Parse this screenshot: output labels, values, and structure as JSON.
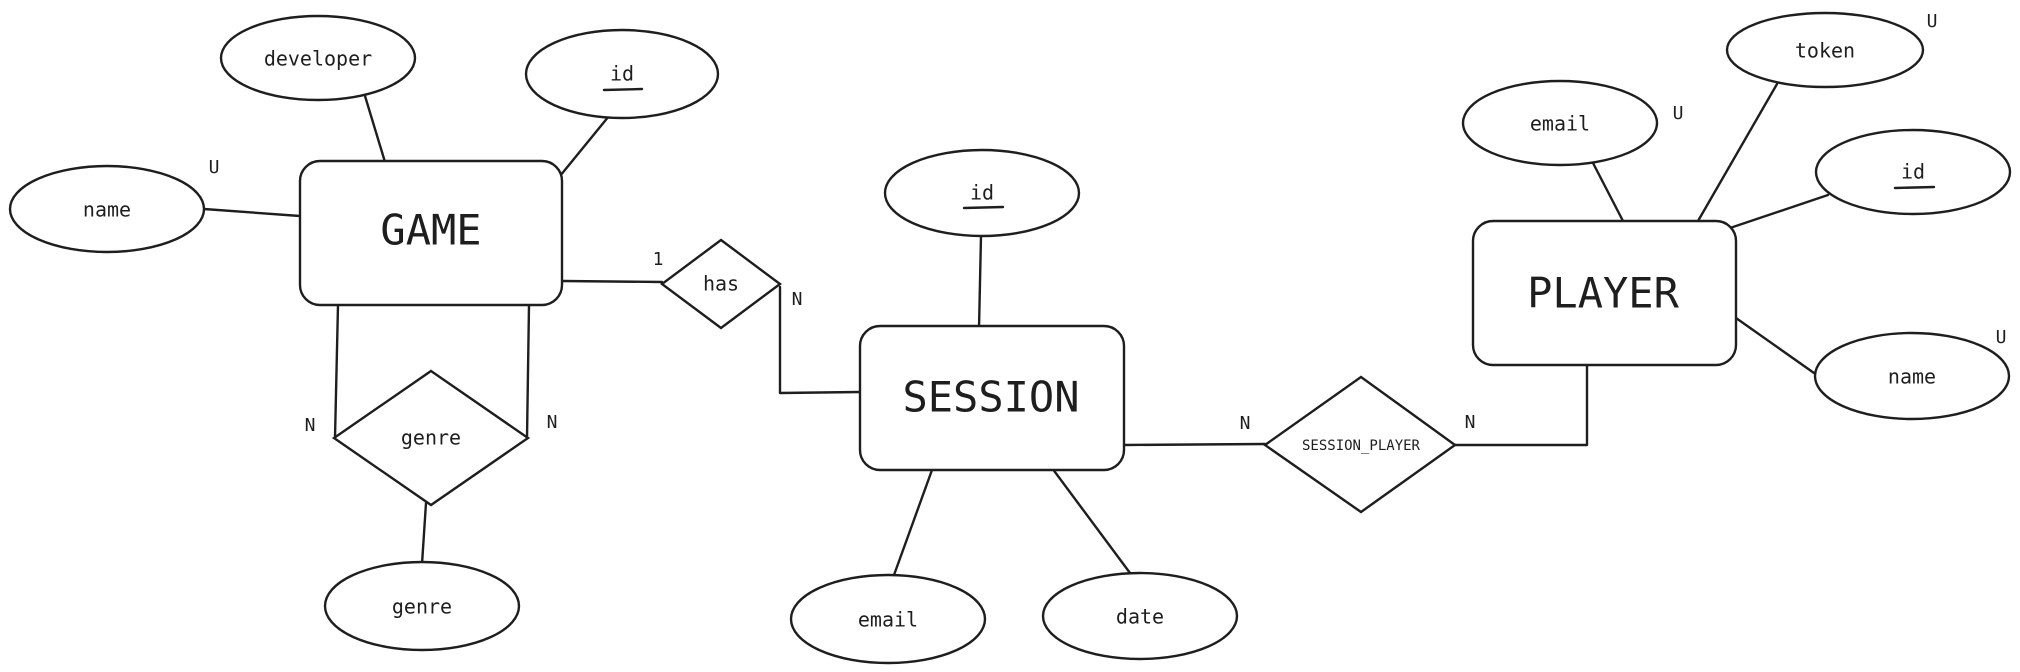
{
  "entities": {
    "game": "GAME",
    "session": "SESSION",
    "player": "PLAYER"
  },
  "attributes": {
    "game_developer": "developer",
    "game_id": "id",
    "game_name": "name",
    "game_genre": "genre",
    "session_id": "id",
    "session_email": "email",
    "session_date": "date",
    "player_email": "email",
    "player_token": "token",
    "player_id": "id",
    "player_name": "name"
  },
  "relationships": {
    "has": "has",
    "genre": "genre",
    "session_player": "SESSION_PLAYER"
  },
  "cardinalities": {
    "game_name_u": "U",
    "has_game": "1",
    "has_session": "N",
    "genre_left": "N",
    "genre_right": "N",
    "sp_session": "N",
    "sp_player": "N",
    "player_email_u": "U",
    "player_token_u": "U",
    "player_name_u": "U"
  }
}
